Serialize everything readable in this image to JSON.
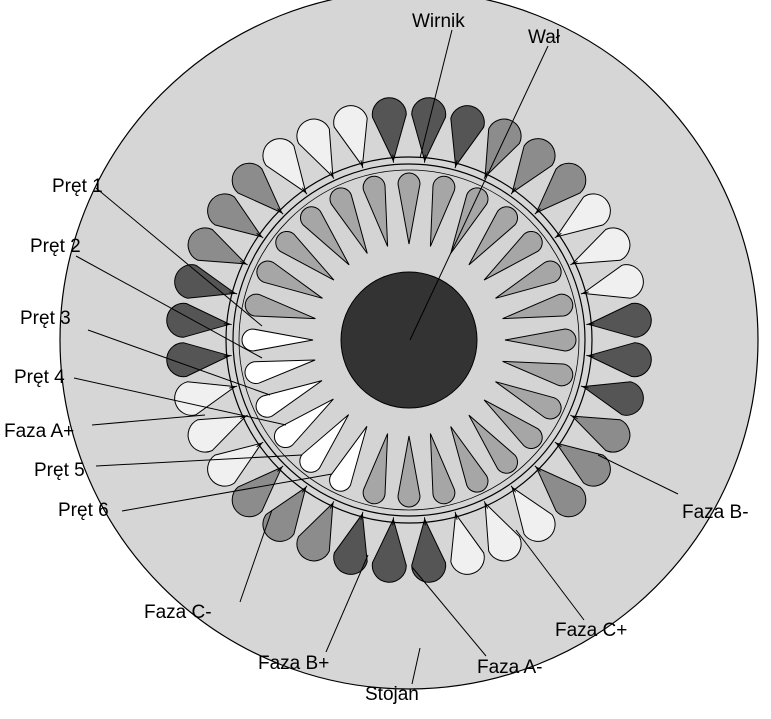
{
  "labels": {
    "wirnik": "Wirnik",
    "wal": "Wał",
    "pret1": "Pręt 1",
    "pret2": "Pręt 2",
    "pret3": "Pręt 3",
    "pret4": "Pręt 4",
    "faza_a_plus": "Faza A+",
    "pret5": "Pręt 5",
    "pret6": "Pręt 6",
    "faza_c_minus": "Faza C-",
    "faza_b_plus": "Faza B+",
    "stojan": "Stojan",
    "faza_a_minus": "Faza A-",
    "faza_c_plus": "Faza C+",
    "faza_b_minus": "Faza B-"
  },
  "colors": {
    "stator_body": "#d6d6d6",
    "rotor_body": "#d4d4d4",
    "shaft": "#333333",
    "outline": "#000000",
    "rotor_bar": "#a6a6a6",
    "rotor_bar_highlight": "#ffffff",
    "phase_A": "#555555",
    "phase_B": "#f0f0f0",
    "phase_C": "#8c8c8c"
  },
  "stator_phase_sequence": [
    "A",
    "A",
    "A",
    "C",
    "C",
    "C",
    "B",
    "B",
    "B",
    "A",
    "A",
    "A",
    "C",
    "C",
    "C",
    "B",
    "B",
    "B",
    "A",
    "A",
    "A",
    "C",
    "C",
    "C",
    "B",
    "B",
    "B",
    "A",
    "A",
    "A",
    "C",
    "C",
    "C",
    "B",
    "B",
    "B"
  ],
  "stator_slot_count": 36,
  "rotor_bar_count": 28,
  "highlighted_rotor_bars": [
    1,
    2,
    3,
    4,
    5,
    6
  ]
}
